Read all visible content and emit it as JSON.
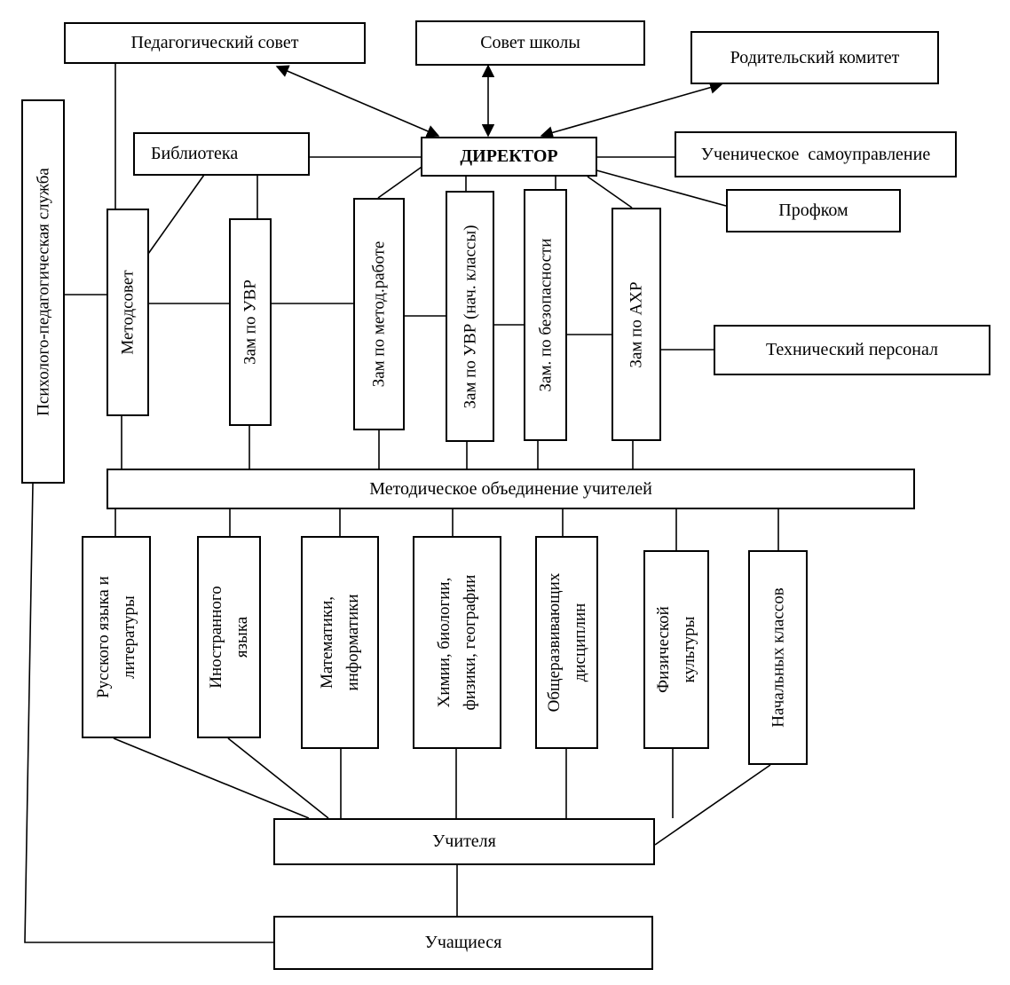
{
  "nodes": {
    "ped_sovet": "Педагогический совет",
    "sovet_shkoly": "Совет школы",
    "rod_komitet": "Родительский комитет",
    "biblioteka": "Библиотека",
    "direktor": "ДИРЕКТОР",
    "uch_samoupr": "Ученическое  самоуправление",
    "profkom": "Профком",
    "psych_sluzhba": "Психолого-педагогическая служба",
    "metodsovet": "Методсовет",
    "zam_uvr": "Зам по УВР",
    "zam_metod": "Зам по метод.работе",
    "zam_uvr_nach": "Зам по УВР (нач. классы)",
    "zam_bezop": "Зам. по безопасности",
    "zam_ahr": "Зам по АХР",
    "tech_personal": "Технический персонал",
    "metod_obed": "Методическое объединение учителей",
    "uchitelya": "Учителя",
    "uchashchiesya": "Учащиеся"
  },
  "departments": {
    "russkiy_1": "Русского языка и",
    "russkiy_2": "литературы",
    "inostr_1": "Иностранного",
    "inostr_2": "языка",
    "matem_1": "Математики,",
    "matem_2": "информатики",
    "himii_1": "Химии, биологии,",
    "himii_2": "физики, географии",
    "obshch_1": "Общеразвивающих",
    "obshch_2": "дисциплин",
    "fiz_1": "Физической",
    "fiz_2": "культуры",
    "nach_1": "Начальных классов"
  },
  "line_color": "#000000"
}
